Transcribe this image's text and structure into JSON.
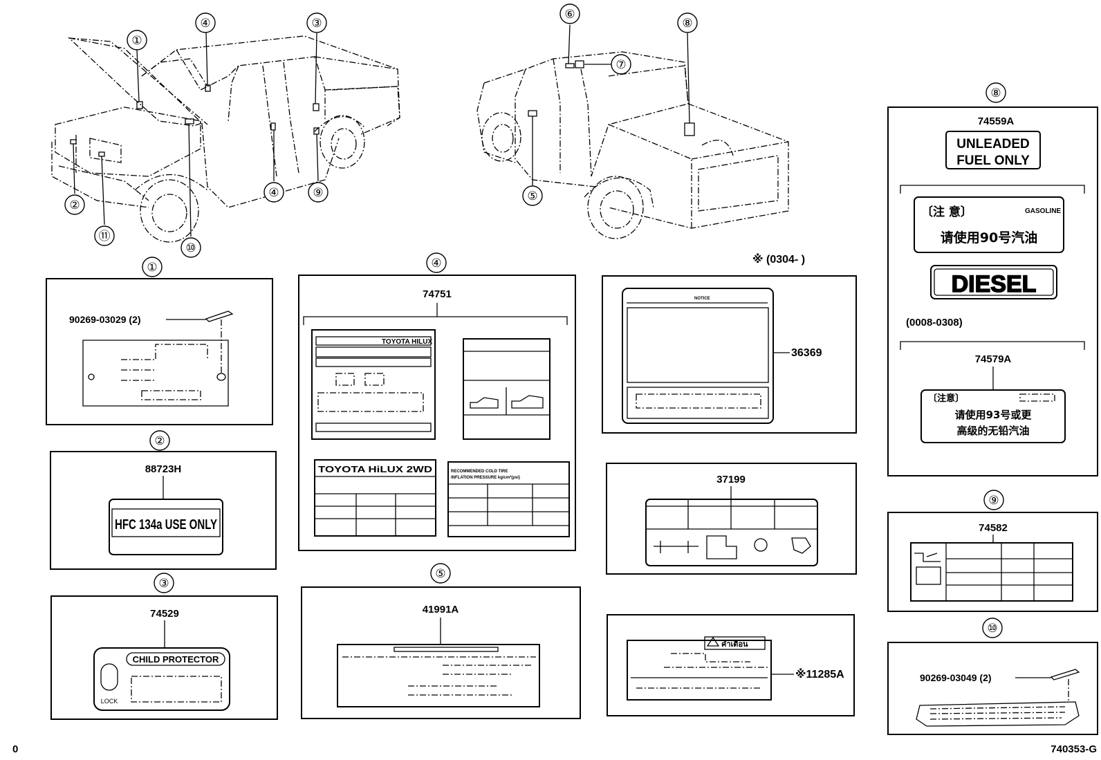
{
  "callouts": {
    "c1": "①",
    "c2": "②",
    "c3": "③",
    "c4": "④",
    "c5": "⑤",
    "c6": "⑥",
    "c7": "⑦",
    "c8": "⑧",
    "c9": "⑨",
    "c10": "⑩",
    "c11": "⑪"
  },
  "panel1": {
    "callout": "①",
    "part": "90269-03029 (2)"
  },
  "panel2": {
    "callout": "②",
    "part": "88723H",
    "label": "HFC 134a USE ONLY"
  },
  "panel3": {
    "callout": "③",
    "part": "74529",
    "label": "CHILD PROTECTOR",
    "lock": "LOCK"
  },
  "panel4": {
    "callout": "④",
    "part": "74751",
    "plate_a": "TOYOTA HILUX",
    "plate_c": "TOYOTA  HiLUX  2WD",
    "plate_d1": "RECOMMENDED COLD TIRE",
    "plate_d2": "INFLATION PRESSURE  kg/cm²(psi)"
  },
  "panel5": {
    "callout": "⑤",
    "part": "41991A"
  },
  "panel_notice": {
    "note": "※ (0304-        )",
    "part": "36369",
    "header": "NOTICE"
  },
  "panel_37199": {
    "part": "37199"
  },
  "panel_thai": {
    "part": "※11285A",
    "warn": "คำเตือน"
  },
  "panel8": {
    "callout": "⑧",
    "part_a": "74559A",
    "unleaded_1": "UNLEADED",
    "unleaded_2": "FUEL ONLY",
    "gasoline": "GASOLINE",
    "caution_cn": "〔注  意〕",
    "use90_cn": "请使用90号汽油",
    "diesel": "DIESEL",
    "period": "(0008-0308)",
    "part_b": "74579A",
    "caution2_cn": "〔注意〕",
    "use93_cn_1": "请使用93号或更",
    "use93_cn_2": "高级的无铅汽油"
  },
  "panel9": {
    "callout": "⑨",
    "part": "74582"
  },
  "panel10": {
    "callout": "⑩",
    "part": "90269-03049 (2)"
  },
  "footer": {
    "left": "0",
    "right": "740353-G"
  }
}
